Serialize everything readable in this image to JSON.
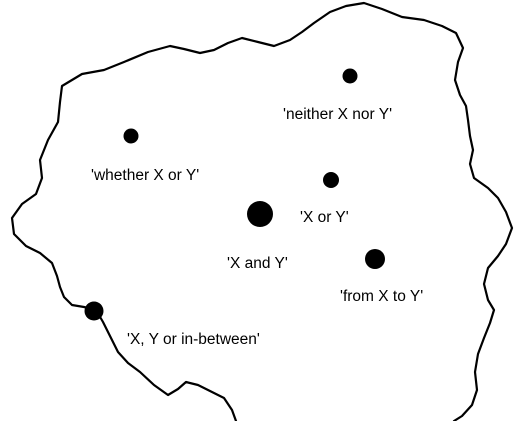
{
  "diagram": {
    "labels": {
      "neither": "'neither X nor Y'",
      "whether": "'whether X or Y'",
      "or": "'X or Y'",
      "and": "'X and Y'",
      "from_to": "'from X to Y'",
      "in_between": "'X, Y or in-between'"
    },
    "colors": {
      "ink": "#000000",
      "background": "#ffffff"
    }
  }
}
